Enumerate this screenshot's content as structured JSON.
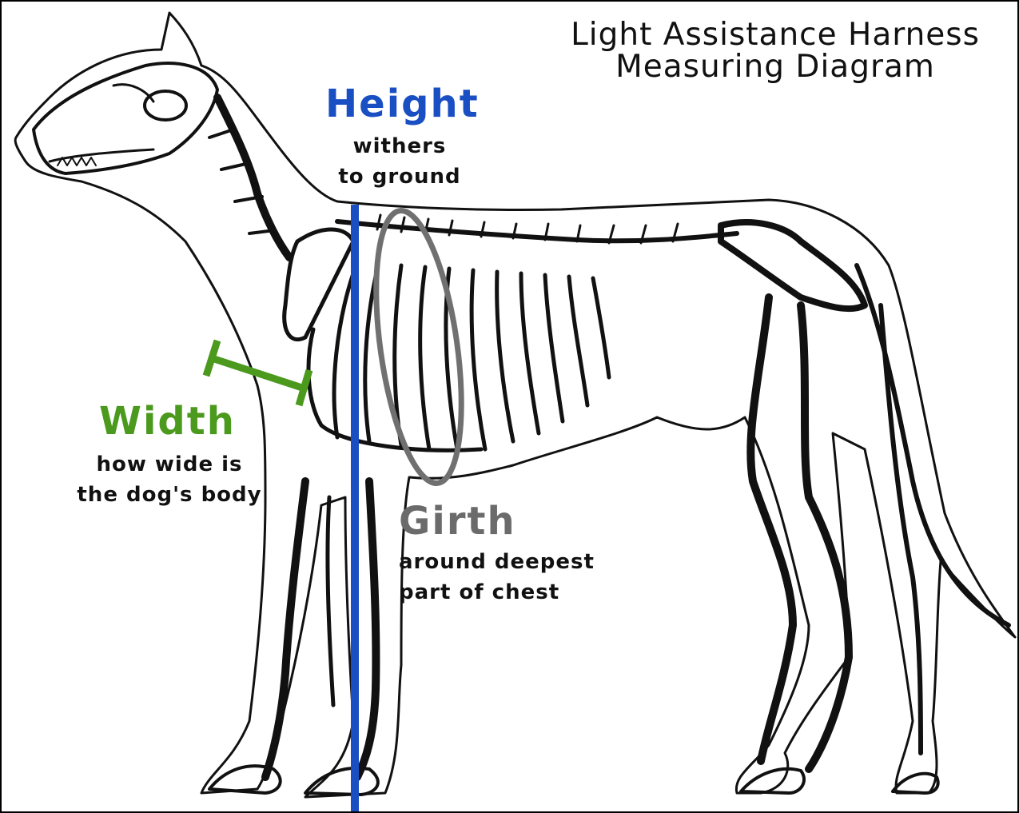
{
  "title": {
    "line1": "Light Assistance Harness",
    "line2": "Measuring Diagram"
  },
  "height": {
    "label": "Height",
    "line1": "withers",
    "line2": "to ground",
    "color": "#1a4fc4"
  },
  "width": {
    "label": "Width",
    "line1": "how wide is",
    "line2": "the dog's body",
    "color": "#4b9a1e"
  },
  "girth": {
    "label": "Girth",
    "line1": "around deepest",
    "line2": "part of chest",
    "color": "#6b6b6b"
  },
  "illustration": {
    "subject": "dog skeleton side view",
    "icon": "dog-skeleton-icon"
  }
}
